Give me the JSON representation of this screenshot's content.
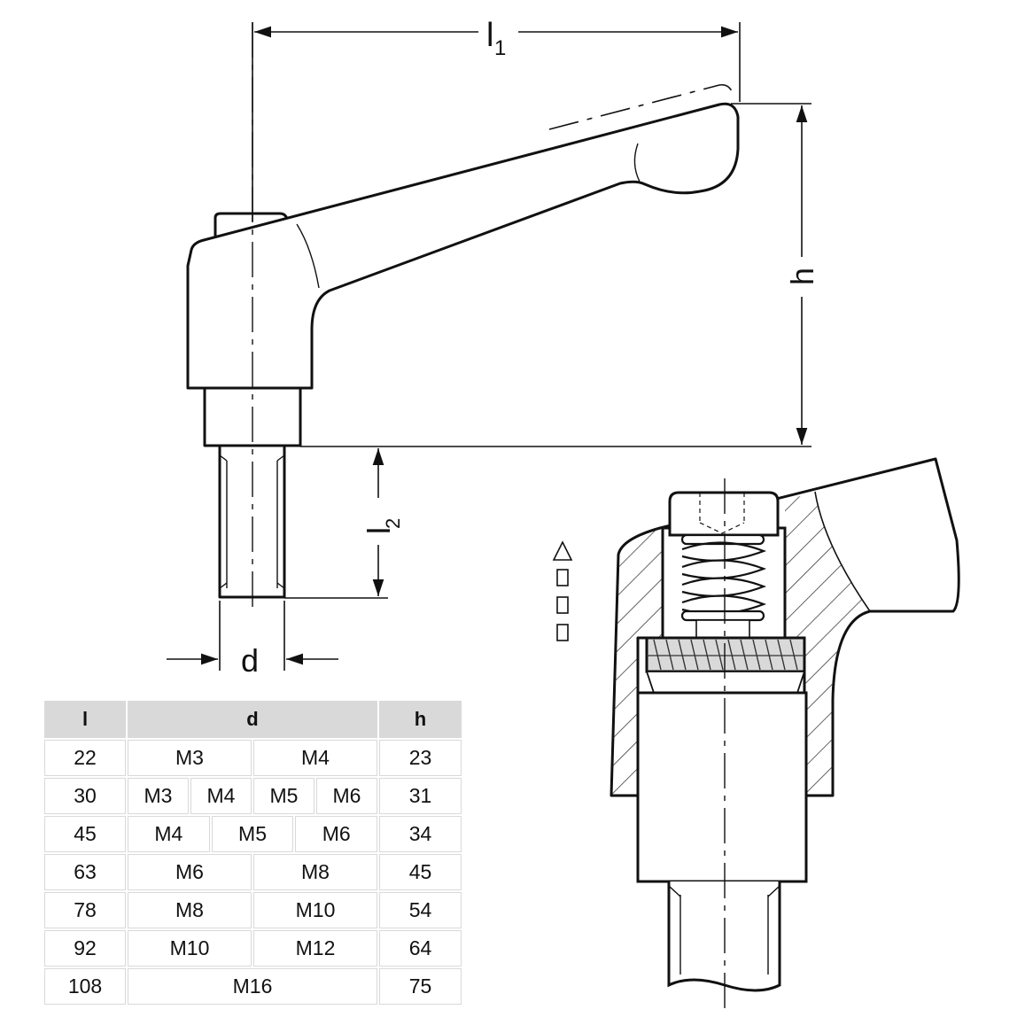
{
  "dimension_labels": {
    "l1": "l",
    "l1_sub": "1",
    "l2": "l",
    "l2_sub": "2",
    "h": "h",
    "d": "d"
  },
  "table": {
    "headers": {
      "l": "l",
      "d": "d",
      "h": "h"
    },
    "rows": [
      {
        "l": "22",
        "d": [
          "M3",
          "M4"
        ],
        "h": "23"
      },
      {
        "l": "30",
        "d": [
          "M3",
          "M4",
          "M5",
          "M6"
        ],
        "h": "31"
      },
      {
        "l": "45",
        "d": [
          "M4",
          "M5",
          "M6"
        ],
        "h": "34"
      },
      {
        "l": "63",
        "d": [
          "M6",
          "M8"
        ],
        "h": "45"
      },
      {
        "l": "78",
        "d": [
          "M8",
          "M10"
        ],
        "h": "54"
      },
      {
        "l": "92",
        "d": [
          "M10",
          "M12"
        ],
        "h": "64"
      },
      {
        "l": "108",
        "d": [
          "M16"
        ],
        "h": "75"
      }
    ]
  },
  "colors": {
    "line": "#111111",
    "header_bg": "#d9d9d9",
    "grid": "#d9d9d9"
  }
}
